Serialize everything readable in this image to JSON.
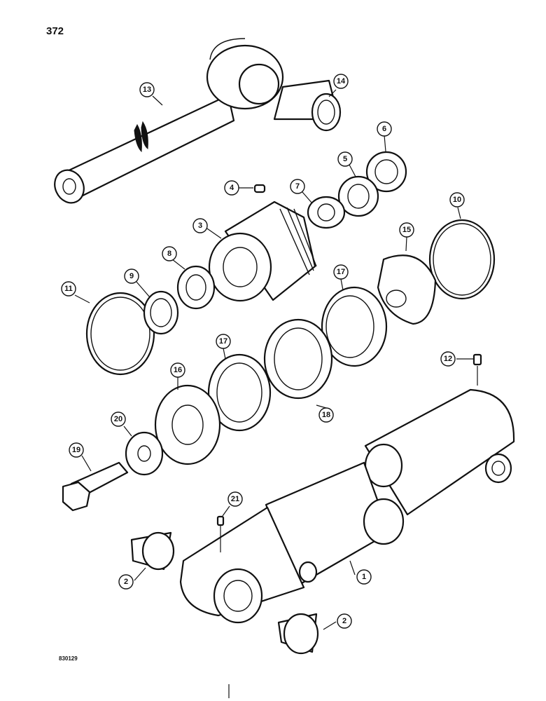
{
  "page_number": "372",
  "figure_code": "830129",
  "callouts": [
    {
      "label": "1"
    },
    {
      "label": "2"
    },
    {
      "label": "2"
    },
    {
      "label": "3"
    },
    {
      "label": "4"
    },
    {
      "label": "5"
    },
    {
      "label": "6"
    },
    {
      "label": "7"
    },
    {
      "label": "8"
    },
    {
      "label": "9"
    },
    {
      "label": "10"
    },
    {
      "label": "11"
    },
    {
      "label": "12"
    },
    {
      "label": "13"
    },
    {
      "label": "14"
    },
    {
      "label": "15"
    },
    {
      "label": "16"
    },
    {
      "label": "17"
    },
    {
      "label": "17"
    },
    {
      "label": "18"
    },
    {
      "label": "19"
    },
    {
      "label": "20"
    },
    {
      "label": "21"
    }
  ]
}
